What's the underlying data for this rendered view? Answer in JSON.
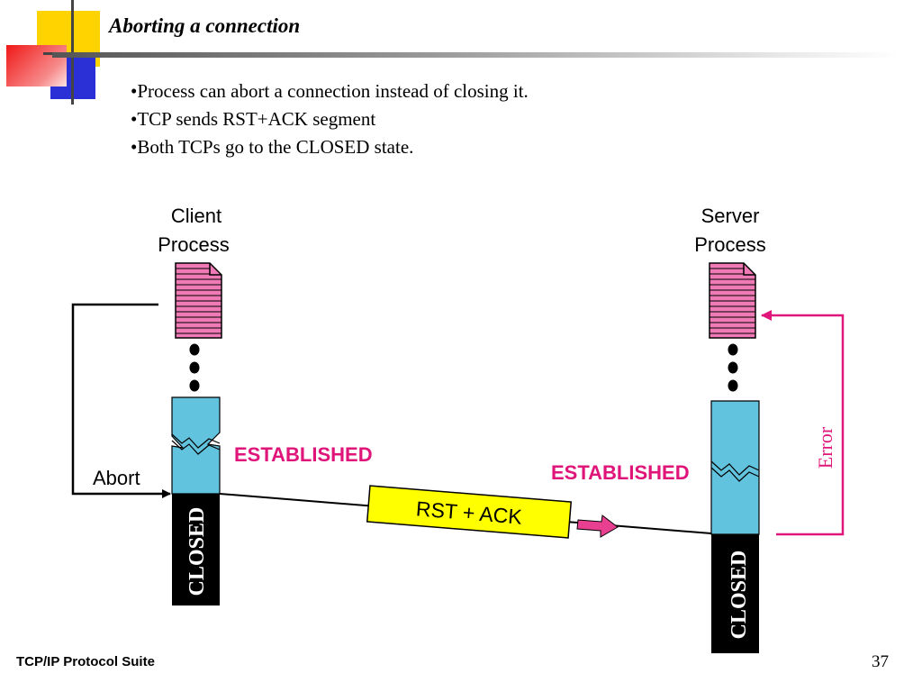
{
  "slide": {
    "title": "Aborting a connection",
    "bullets": [
      "•Process can abort a connection instead of closing it.",
      "•TCP sends RST+ACK segment",
      "•Both TCPs go to the CLOSED state."
    ],
    "footer": "TCP/IP Protocol Suite",
    "page_number": "37"
  },
  "diagram": {
    "client_label_line1": "Client",
    "client_label_line2": "Process",
    "server_label_line1": "Server",
    "server_label_line2": "Process",
    "client_state": "ESTABLISHED",
    "server_state": "ESTABLISHED",
    "abort_label": "Abort",
    "segment_label": "RST + ACK",
    "error_label": "Error",
    "client_closed": "CLOSED",
    "server_closed": "CLOSED"
  },
  "colors": {
    "state_text": "#e0157a",
    "error_line": "#e0157a",
    "connection_box": "#62c3de",
    "closed_box": "#000000",
    "segment_box": "#ffff00",
    "segment_arrow": "#e83f91",
    "document": "#f07ab6",
    "deco_yellow": "#ffd300",
    "deco_red": "#f01818",
    "deco_blue": "#2b2fd6"
  }
}
